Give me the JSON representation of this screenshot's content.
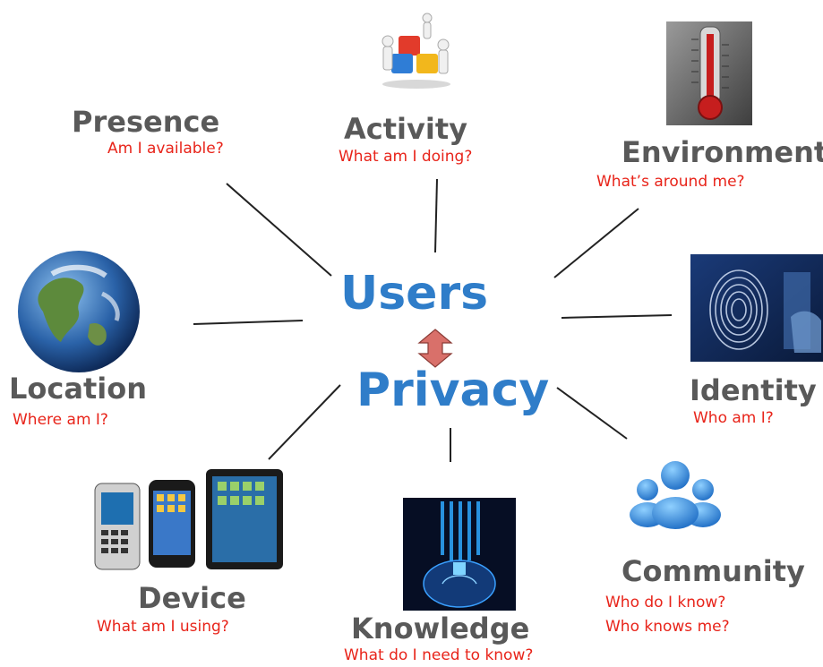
{
  "center": {
    "top": "Users",
    "bottom": "Privacy"
  },
  "nodes": {
    "presence": {
      "title": "Presence",
      "question": "Am I available?"
    },
    "activity": {
      "title": "Activity",
      "question": "What am I doing?"
    },
    "environment": {
      "title": "Environment",
      "question": "What’s around me?"
    },
    "location": {
      "title": "Location",
      "question": "Where am I?"
    },
    "identity": {
      "title": "Identity",
      "question": "Who am I?"
    },
    "device": {
      "title": "Device",
      "question": "What am I using?"
    },
    "knowledge": {
      "title": "Knowledge",
      "question": "What do I need to know?"
    },
    "community": {
      "title": "Community",
      "question_1": "Who do I know?",
      "question_2": "Who knows me?"
    }
  },
  "colors": {
    "title_gray": "#595959",
    "question_red": "#e8241a",
    "center_blue": "#2f7dc9",
    "arrow_red": "#d9706a",
    "line_dark": "#222222"
  },
  "icons": {
    "presence": "none",
    "activity": "puzzle-people-icon",
    "environment": "thermometer-icon",
    "location": "earth-globe-icon",
    "identity": "fingerprint-icon",
    "device": "phones-tablet-icon",
    "knowledge": "brain-data-icon",
    "community": "people-group-icon",
    "center": "double-arrow-icon"
  }
}
